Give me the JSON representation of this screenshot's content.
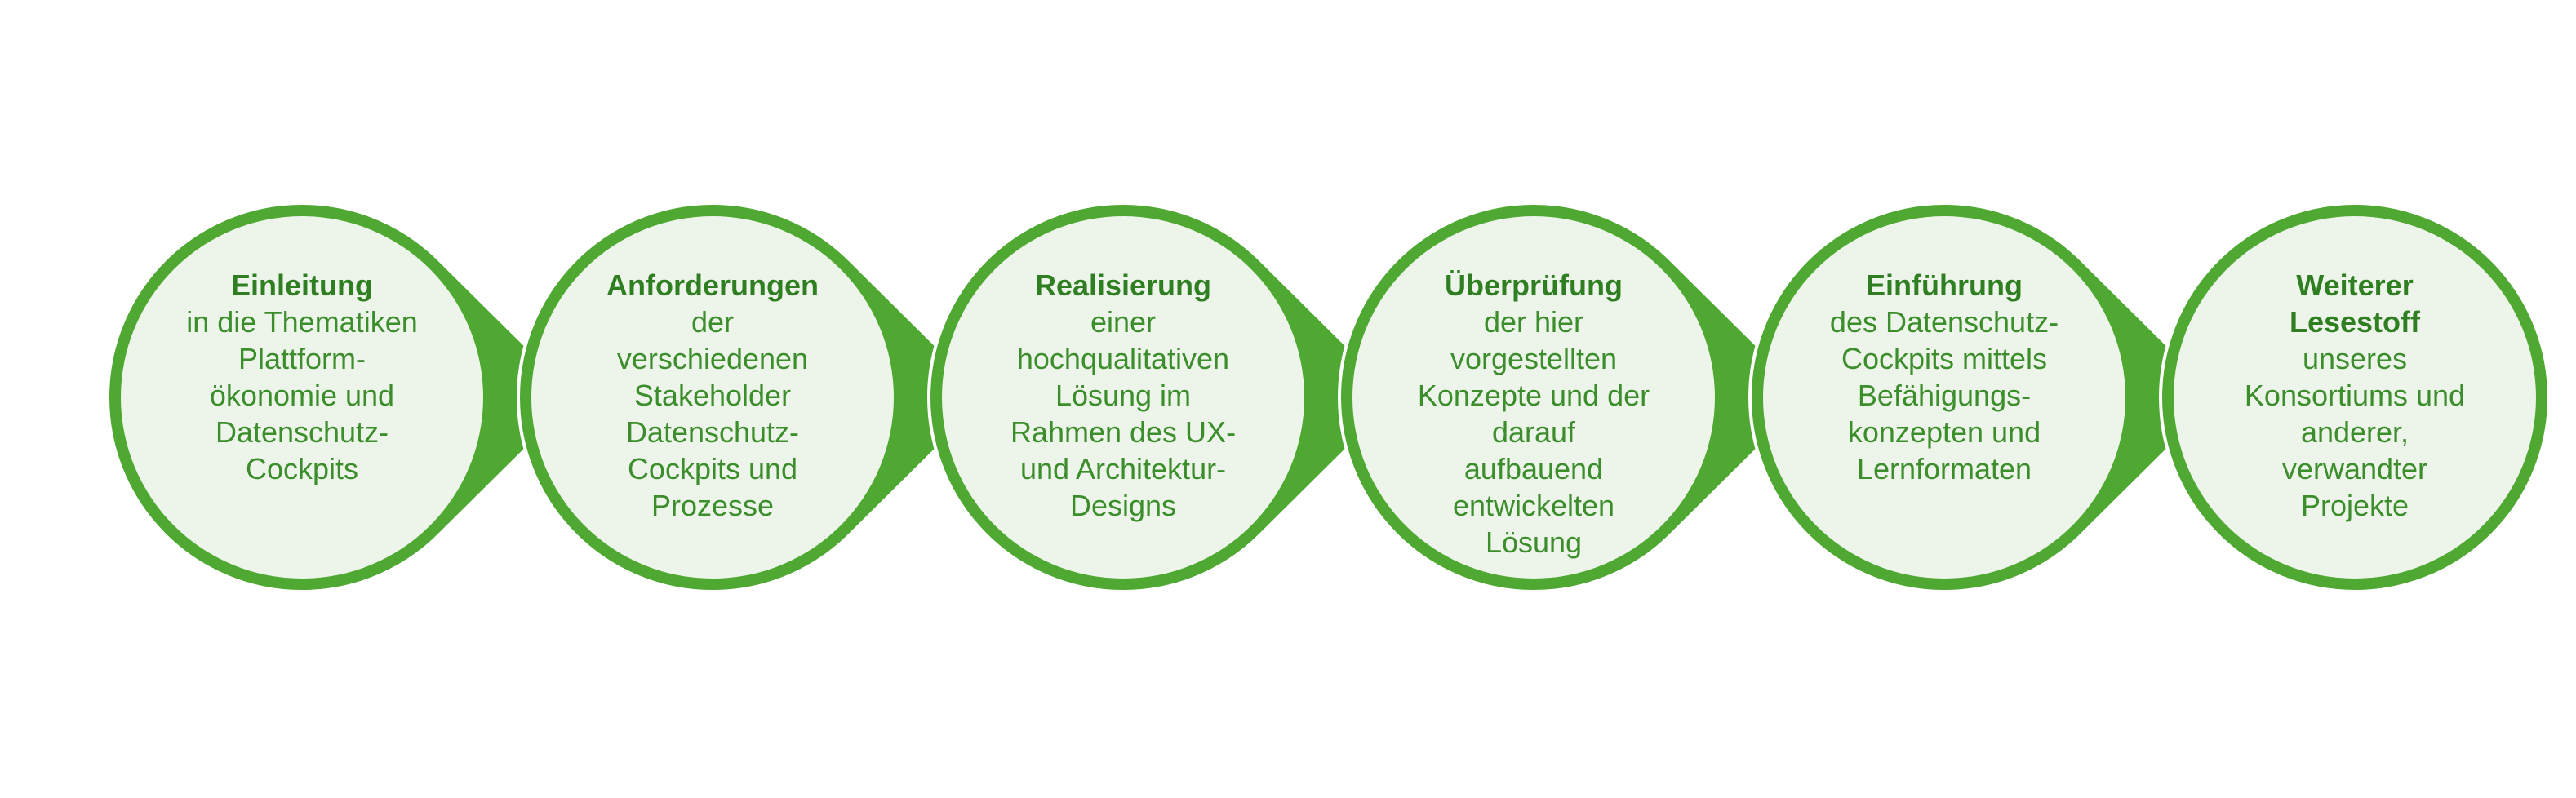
{
  "colors": {
    "green": "#4fa832",
    "fill": "#edf5ea",
    "text": "#3c8d2b"
  },
  "steps": [
    {
      "title": "Einleitung",
      "text": "in die Thematiken\nPlattform-\nökonomie und\nDatenschutz-\nCockpits"
    },
    {
      "title": "Anforderungen",
      "text": "der\nverschiedenen\nStakeholder\nDatenschutz-\nCockpits und\nProzesse"
    },
    {
      "title": "Realisierung",
      "text": "einer\nhochqualitativen\nLösung im\nRahmen des UX-\nund Architektur-\nDesigns"
    },
    {
      "title": "Überprüfung",
      "text": "der hier\nvorgestellten\nKonzepte und der\ndarauf\naufbauend\nentwickelten\nLösung"
    },
    {
      "title": "Einführung",
      "text": "des Datenschutz-\nCockpits mittels\nBefähigungs-\nkonzepten und\nLernformaten"
    },
    {
      "title": "Weiterer\nLesestoff",
      "text": "unseres\nKonsortiums und\nanderer,\nverwandter\nProjekte"
    }
  ]
}
